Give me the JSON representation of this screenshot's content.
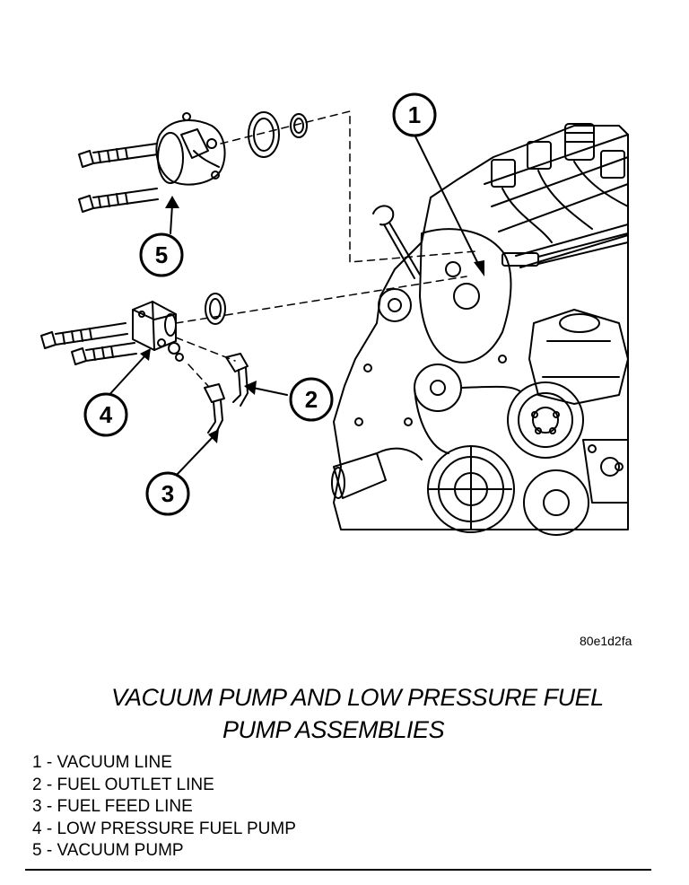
{
  "figure": {
    "code": "80e1d2fa",
    "callouts": [
      {
        "number": "1"
      },
      {
        "number": "2"
      },
      {
        "number": "3"
      },
      {
        "number": "4"
      },
      {
        "number": "5"
      }
    ]
  },
  "caption": {
    "line1": "VACUUM PUMP AND LOW PRESSURE FUEL",
    "line2": "PUMP ASSEMBLIES"
  },
  "legend": [
    {
      "number": "1",
      "sep": " - ",
      "label": "VACUUM LINE"
    },
    {
      "number": "2",
      "sep": " - ",
      "label": "FUEL OUTLET LINE"
    },
    {
      "number": "3",
      "sep": " - ",
      "label": "FUEL FEED LINE"
    },
    {
      "number": "4",
      "sep": " - ",
      "label": "LOW PRESSURE FUEL PUMP"
    },
    {
      "number": "5",
      "sep": " - ",
      "label": "VACUUM PUMP"
    }
  ]
}
